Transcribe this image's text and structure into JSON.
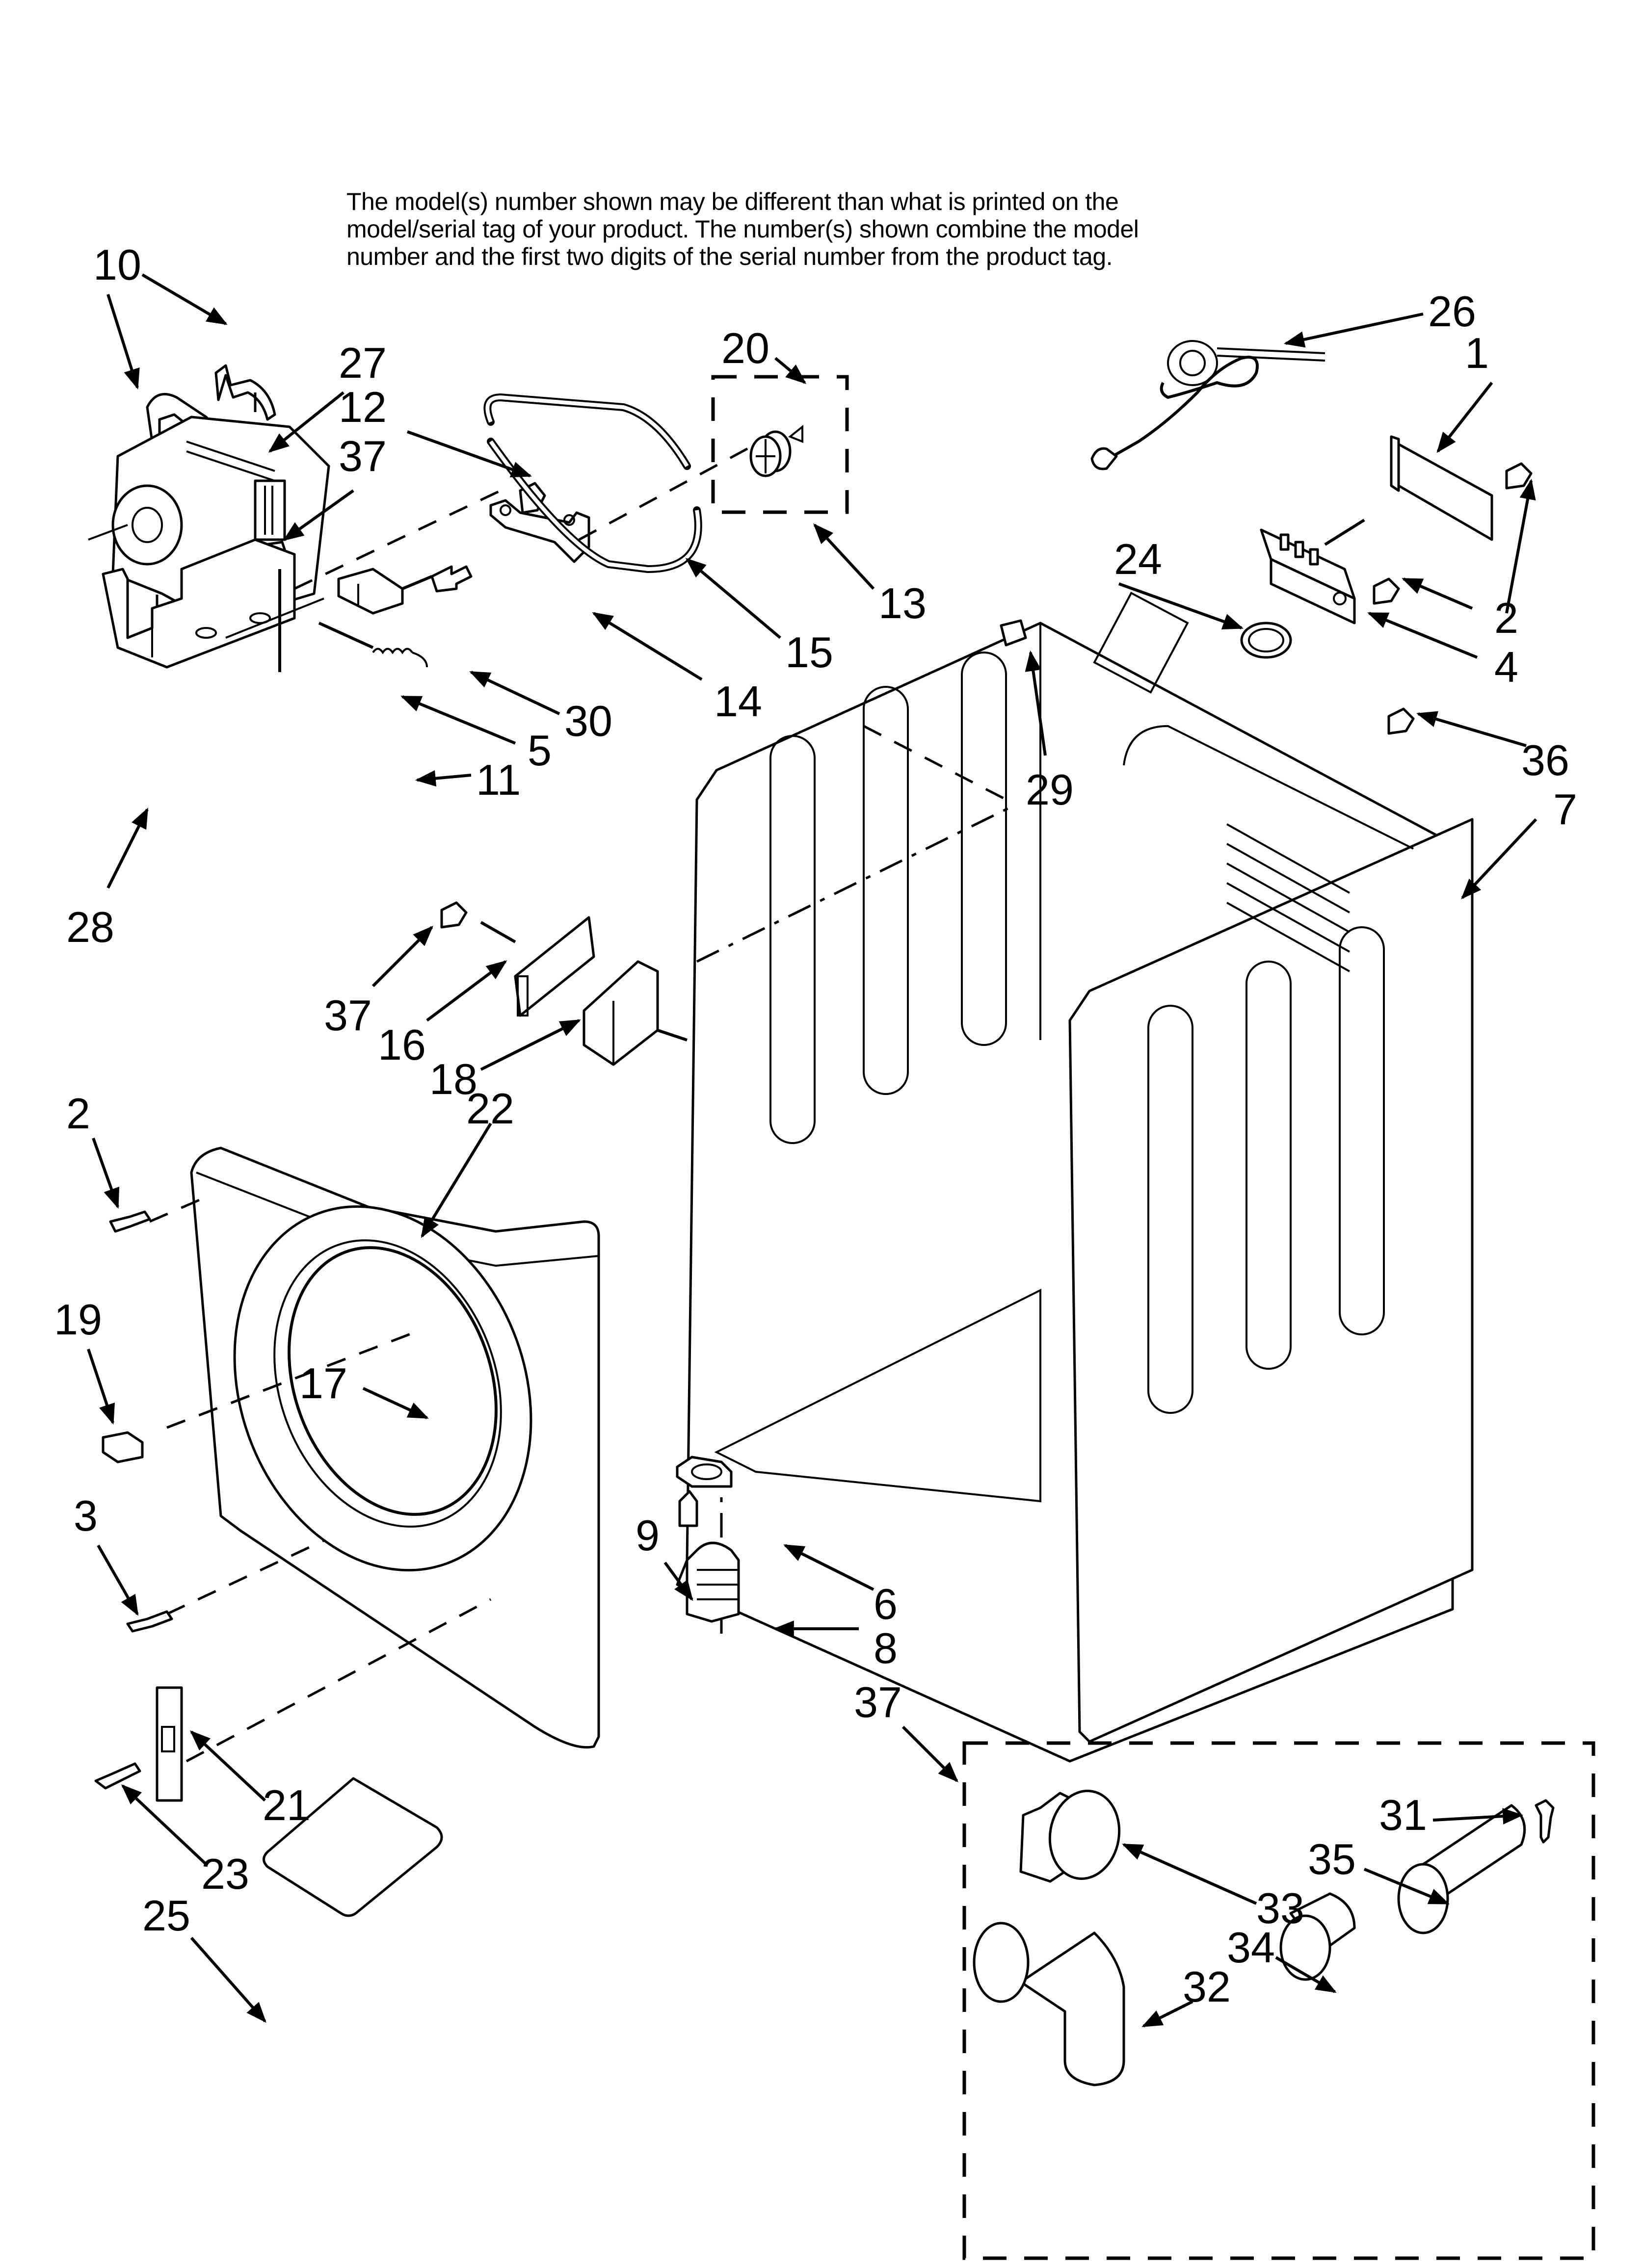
{
  "page": {
    "title": "Cabinet parts exploded diagram",
    "note_lines": [
      "The model(s) number shown may be different than what is printed on the",
      "model/serial tag of your product. The number(s) shown combine the model",
      "number and the first two digits of the serial number from the product tag."
    ]
  },
  "colors": {
    "ink": "#000000",
    "paper": "#ffffff"
  },
  "callouts": [
    {
      "id": "c10",
      "text": "10",
      "part": "motor-clamp"
    },
    {
      "id": "c27",
      "text": "27",
      "part": "drive-motor"
    },
    {
      "id": "c12",
      "text": "12",
      "part": "screw"
    },
    {
      "id": "c37a",
      "text": "37",
      "part": "screw"
    },
    {
      "id": "c30",
      "text": "30",
      "part": "screw"
    },
    {
      "id": "c5",
      "text": "5",
      "part": "motor-switch"
    },
    {
      "id": "c11",
      "text": "11",
      "part": "idler-spring"
    },
    {
      "id": "c28",
      "text": "28",
      "part": "motor-mount-bracket"
    },
    {
      "id": "c14",
      "text": "14",
      "part": "idler-bracket"
    },
    {
      "id": "c15",
      "text": "15",
      "part": "drive-belt"
    },
    {
      "id": "c13",
      "text": "13",
      "part": "idler-pulley-assembly"
    },
    {
      "id": "c20",
      "text": "20",
      "part": "idler-pulley"
    },
    {
      "id": "c26",
      "text": "26",
      "part": "power-cord"
    },
    {
      "id": "c1",
      "text": "1",
      "part": "terminal-block-cover"
    },
    {
      "id": "c24",
      "text": "24",
      "part": "cord-clamp"
    },
    {
      "id": "c2r",
      "text": "2",
      "part": "screw"
    },
    {
      "id": "c4",
      "text": "4",
      "part": "terminal-block"
    },
    {
      "id": "c36",
      "text": "36",
      "part": "screw"
    },
    {
      "id": "c7",
      "text": "7",
      "part": "cabinet"
    },
    {
      "id": "c29",
      "text": "29",
      "part": "clip"
    },
    {
      "id": "c37b",
      "text": "37",
      "part": "screw"
    },
    {
      "id": "c16",
      "text": "16",
      "part": "control-board"
    },
    {
      "id": "c18",
      "text": "18",
      "part": "board-bracket"
    },
    {
      "id": "c2l",
      "text": "2",
      "part": "screw"
    },
    {
      "id": "c22",
      "text": "22",
      "part": "front-panel"
    },
    {
      "id": "c19",
      "text": "19",
      "part": "door-switch"
    },
    {
      "id": "c17",
      "text": "17",
      "part": "door-seal"
    },
    {
      "id": "c3",
      "text": "3",
      "part": "screw"
    },
    {
      "id": "c9",
      "text": "9",
      "part": "screw"
    },
    {
      "id": "c6",
      "text": "6",
      "part": "leg-bracket"
    },
    {
      "id": "c8",
      "text": "8",
      "part": "leveling-leg"
    },
    {
      "id": "c37c",
      "text": "37",
      "part": "exhaust-kit"
    },
    {
      "id": "c21",
      "text": "21",
      "part": "door-strike"
    },
    {
      "id": "c23",
      "text": "23",
      "part": "screw"
    },
    {
      "id": "c25",
      "text": "25",
      "part": "literature-pack"
    },
    {
      "id": "c31",
      "text": "31",
      "part": "screw"
    },
    {
      "id": "c35",
      "text": "35",
      "part": "exhaust-tube"
    },
    {
      "id": "c33",
      "text": "33",
      "part": "exhaust-hood"
    },
    {
      "id": "c34",
      "text": "34",
      "part": "clamp"
    },
    {
      "id": "c32",
      "text": "32",
      "part": "elbow"
    }
  ]
}
